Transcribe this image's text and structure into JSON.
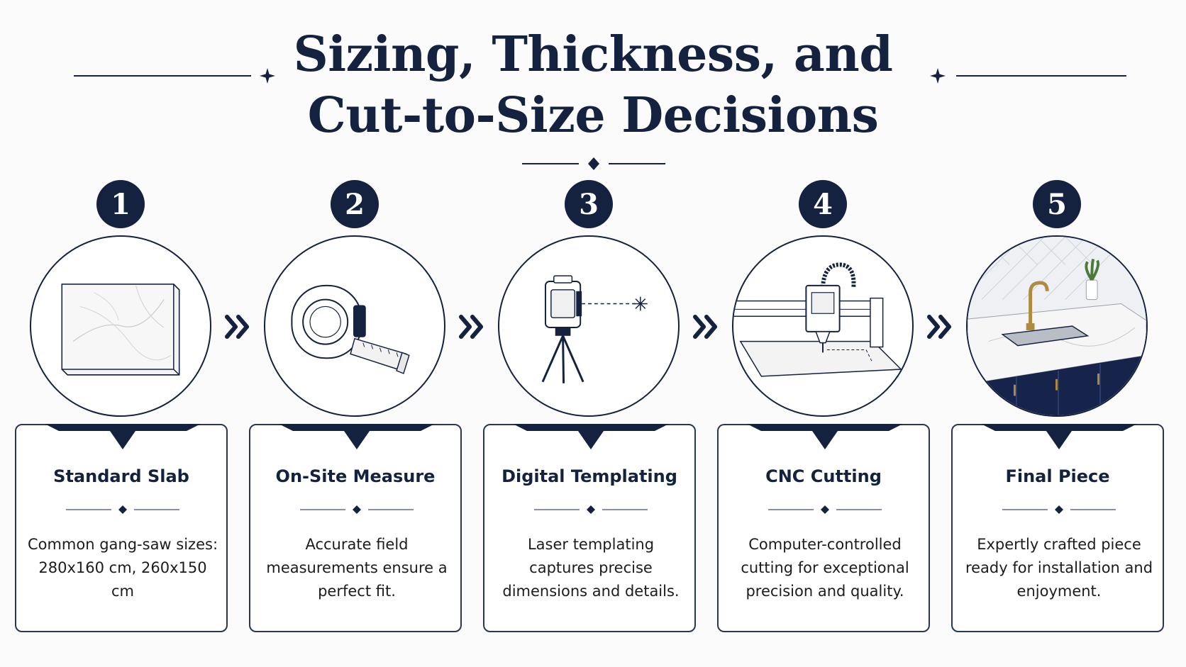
{
  "title": {
    "line1": "Sizing, Thickness, and",
    "line2": "Cut-to-Size Decisions"
  },
  "colors": {
    "navy": "#14213f",
    "card_border": "#2a3656",
    "background": "#fbfbfb"
  },
  "steps": [
    {
      "number": "1",
      "title": "Standard Slab",
      "description": "Common gang-saw sizes: 280x160 cm, 260x150 cm",
      "icon": "marble-slab-icon"
    },
    {
      "number": "2",
      "title": "On-Site Measure",
      "description": "Accurate field measurements ensure a perfect fit.",
      "icon": "tape-measure-icon"
    },
    {
      "number": "3",
      "title": "Digital Templating",
      "description": "Laser templating captures precise dimensions and details.",
      "icon": "laser-tripod-icon"
    },
    {
      "number": "4",
      "title": "CNC Cutting",
      "description": "Computer-controlled cutting for exceptional precision and quality.",
      "icon": "cnc-machine-icon"
    },
    {
      "number": "5",
      "title": "Final Piece",
      "description": "Expertly crafted piece ready for installation and enjoyment.",
      "icon": "kitchen-countertop-icon"
    }
  ]
}
